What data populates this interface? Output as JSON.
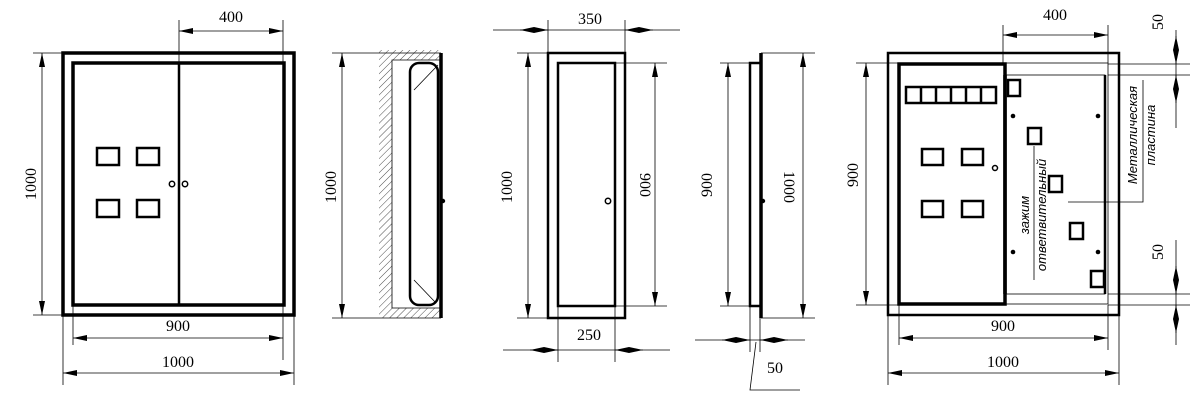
{
  "front_view": {
    "dim_top": "400",
    "dim_left": "1000",
    "dim_inner_width": "900",
    "dim_outer_width": "1000"
  },
  "side_view_wall": {
    "dim_height": "1000"
  },
  "narrow_front_view": {
    "dim_top": "350",
    "dim_left": "1000",
    "dim_right": "900",
    "dim_bottom": "250"
  },
  "narrow_side_view": {
    "dim_left": "900",
    "dim_right": "1000",
    "dim_thickness": "50"
  },
  "open_view": {
    "dim_top": "400",
    "dim_left": "900",
    "dim_right_top": "50",
    "dim_right_bottom": "50",
    "dim_inner_width": "900",
    "dim_outer_width": "1000",
    "label_clamp_line1": "зажим",
    "label_clamp_line2": "ответвительный",
    "label_plate_line1": "Металлическая",
    "label_plate_line2": "пластина"
  }
}
